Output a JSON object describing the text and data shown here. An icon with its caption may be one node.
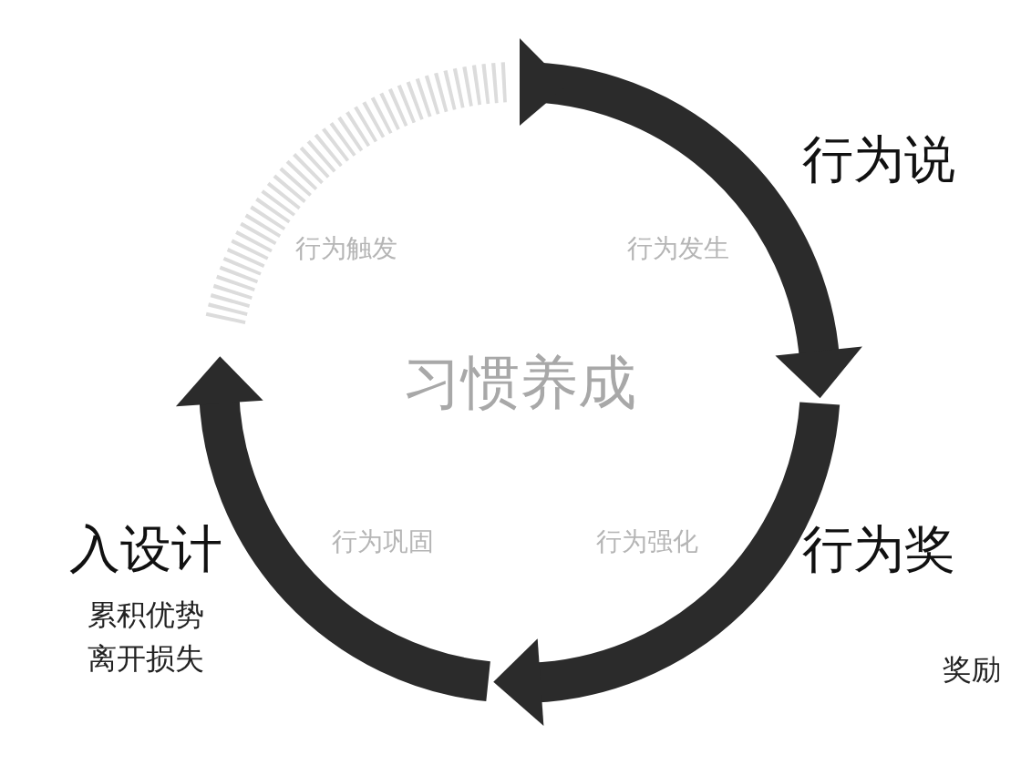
{
  "diagram": {
    "labels": [
      "行为说",
      "行为触发",
      "行为发生",
      "习惯养成",
      "入设计",
      "行为奖",
      "行为巩固",
      "行为强化",
      "累积优势",
      "离开损失",
      "奖励"
    ]
  }
}
